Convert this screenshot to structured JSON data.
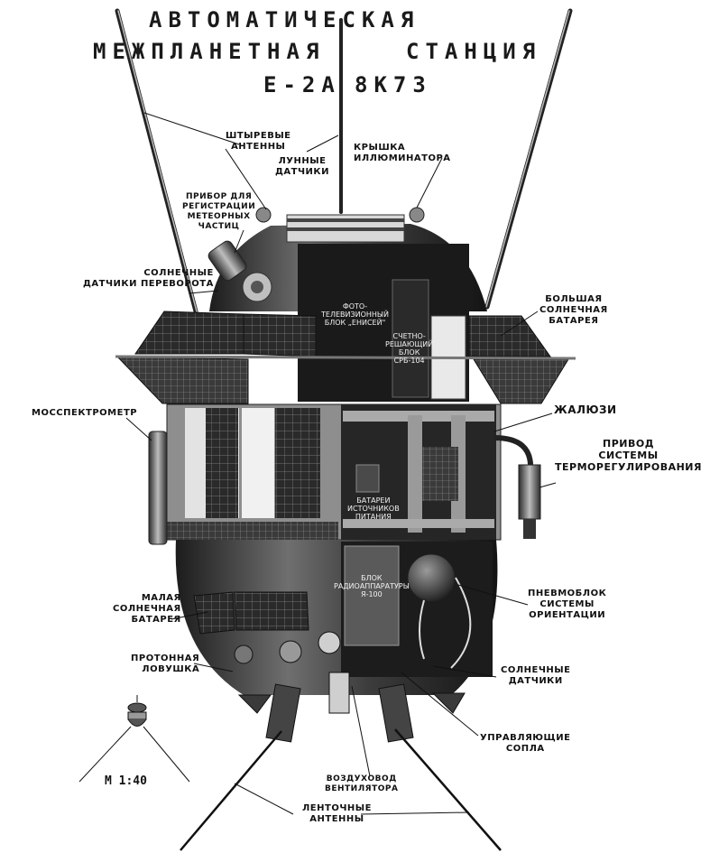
{
  "title": {
    "line1": "АВТОМАТИЧЕСКАЯ",
    "line2a": "МЕЖПЛАНЕТНАЯ",
    "line2b": "СТАНЦИЯ",
    "line3a": "Е-2А",
    "line3b": "8К73"
  },
  "labels": {
    "whip_antennas": [
      "ШТЫРЕВЫЕ",
      "АНТЕННЫ"
    ],
    "lunar_sensors": [
      "ЛУННЫЕ",
      "ДАТЧИКИ"
    ],
    "porthole_cover": [
      "КРЫШКА",
      "ИЛЛЮМИНАТОРА"
    ],
    "meteor_device": [
      "ПРИБОР ДЛЯ",
      "РЕГИСТРАЦИИ",
      "МЕТЕОРНЫХ",
      "ЧАСТИЦ"
    ],
    "flip_sensors": [
      "СОЛНЕЧНЫЕ",
      "ДАТЧИКИ ПЕРЕВОРОТА"
    ],
    "large_solar": [
      "БОЛЬШАЯ",
      "СОЛНЕЧНАЯ",
      "БАТАРЕЯ"
    ],
    "mass_spectrometer": [
      "МОССПЕКТРОМЕТР"
    ],
    "louvers": [
      "ЖАЛЮЗИ"
    ],
    "thermal_drive": [
      "ПРИВОД",
      "СИСТЕМЫ",
      "ТЕРМОРЕГУЛИРОВАНИЯ"
    ],
    "pneumo_block": [
      "ПНЕВМОБЛОК",
      "СИСТЕМЫ",
      "ОРИЕНТАЦИИ"
    ],
    "small_solar": [
      "МАЛАЯ",
      "СОЛНЕЧНАЯ",
      "БАТАРЕЯ"
    ],
    "proton_trap": [
      "ПРОТОННАЯ",
      "ЛОВУШКА"
    ],
    "solar_sensors": [
      "СОЛНЕЧНЫЕ",
      "ДАТЧИКИ"
    ],
    "control_nozzles": [
      "УПРАВЛЯЮЩИЕ",
      "СОПЛА"
    ],
    "fan_duct": [
      "ВОЗДУХОВОД",
      "ВЕНТИЛЯТОРА"
    ],
    "ribbon_antennas": [
      "ЛЕНТОЧНЫЕ",
      "АНТЕННЫ"
    ]
  },
  "inner_labels": {
    "photo_tv": [
      "ФОТО-",
      "ТЕЛЕВИЗИОННЫЙ",
      "БЛОК „ЕНИСЕЙ\""
    ],
    "computer": [
      "СЧЕТНО-",
      "РЕШАЮЩИЙ",
      "БЛОК",
      "СРБ-104"
    ],
    "batteries": [
      "БАТАРЕИ",
      "ИСТОЧНИКОВ",
      "ПИТАНИЯ"
    ],
    "radio": [
      "БЛОК",
      "РАДИОАППАРАТУРЫ",
      "Я-100"
    ]
  },
  "scale": "М 1:40"
}
